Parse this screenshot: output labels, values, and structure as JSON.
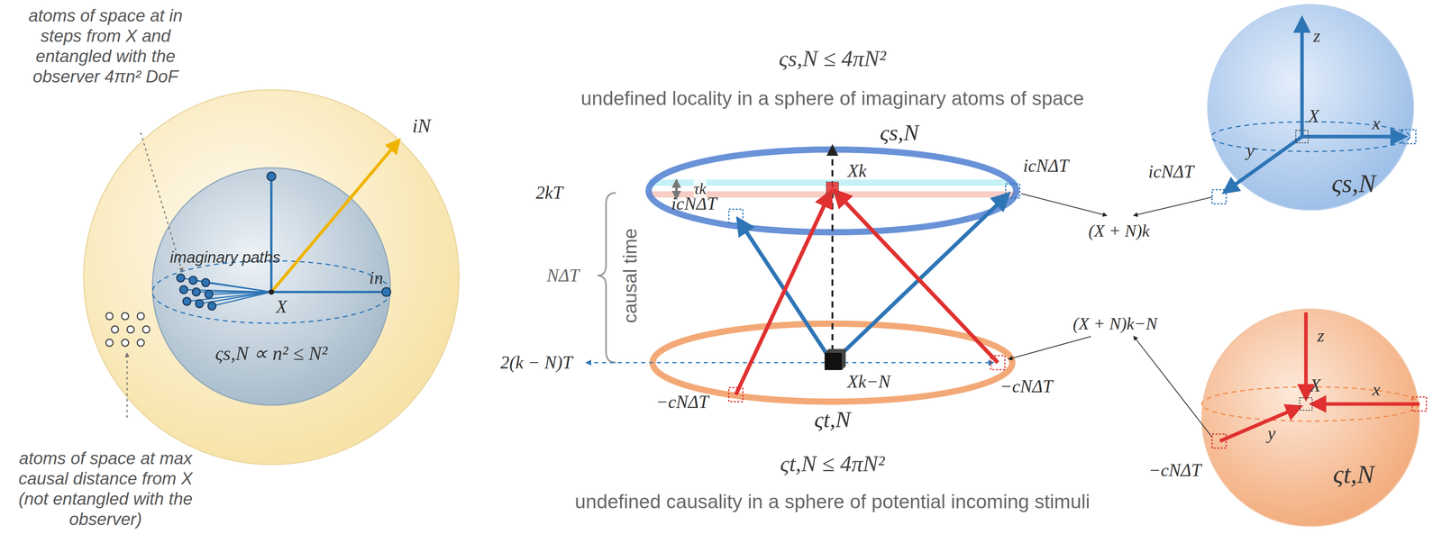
{
  "diagram": {
    "nodes": [
      {
        "text": [
          "iN"
        ]
      },
      {
        "text": [
          "imaginary paths",
          "X",
          "in",
          "ςs,N ∝ n² ≤ N²"
        ],
        "in": 0
      },
      {
        "text": [
          "z",
          "X",
          "y",
          "x",
          "ςs,N"
        ]
      },
      {
        "text": [
          "z",
          "X",
          "x",
          "y",
          "ςt,N"
        ]
      }
    ],
    "labels": [
      "atoms of space at in steps from X and entangled with the observer 4πn² DoF",
      "atoms of space at max causal distance from X (not entangled with the observer)",
      "ςs,N ≤ 4πN²",
      "undefined locality in a sphere of imaginary atoms of space",
      "ςs,N",
      "icNΔT",
      "icNΔT",
      "2kT",
      "τk",
      "Xk",
      "causal time",
      "NΔT",
      "(X + N)k",
      "(X + N)k−N",
      "2(k − N)T",
      "Xk−N",
      "−cNΔT",
      "−cNΔT",
      "ςt,N",
      "ςt,N ≤ 4πN²",
      "undefined causality in a sphere of potential incoming stimuli",
      "icNΔT",
      "−cNΔT"
    ]
  }
}
